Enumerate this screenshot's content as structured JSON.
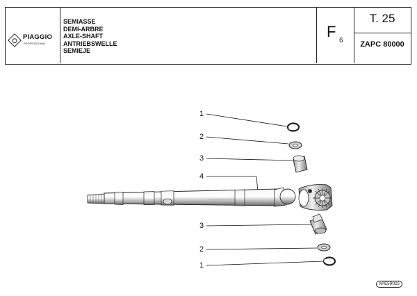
{
  "header": {
    "brand": "PIAGGIO",
    "brand_sub": "PROFESSIONAL",
    "titles": [
      "SEMIASSE",
      "DEMI-ARBRE",
      "AXLE-SHAFT",
      "ANTRIEBSWELLE",
      "SEMIEJE"
    ],
    "section": "F",
    "section_sub": "6",
    "table": "T. 25",
    "model": "ZAPC 80000"
  },
  "callouts": [
    "1",
    "2",
    "3",
    "4",
    "3",
    "2",
    "1"
  ],
  "drawing_ref": "APE5R025"
}
